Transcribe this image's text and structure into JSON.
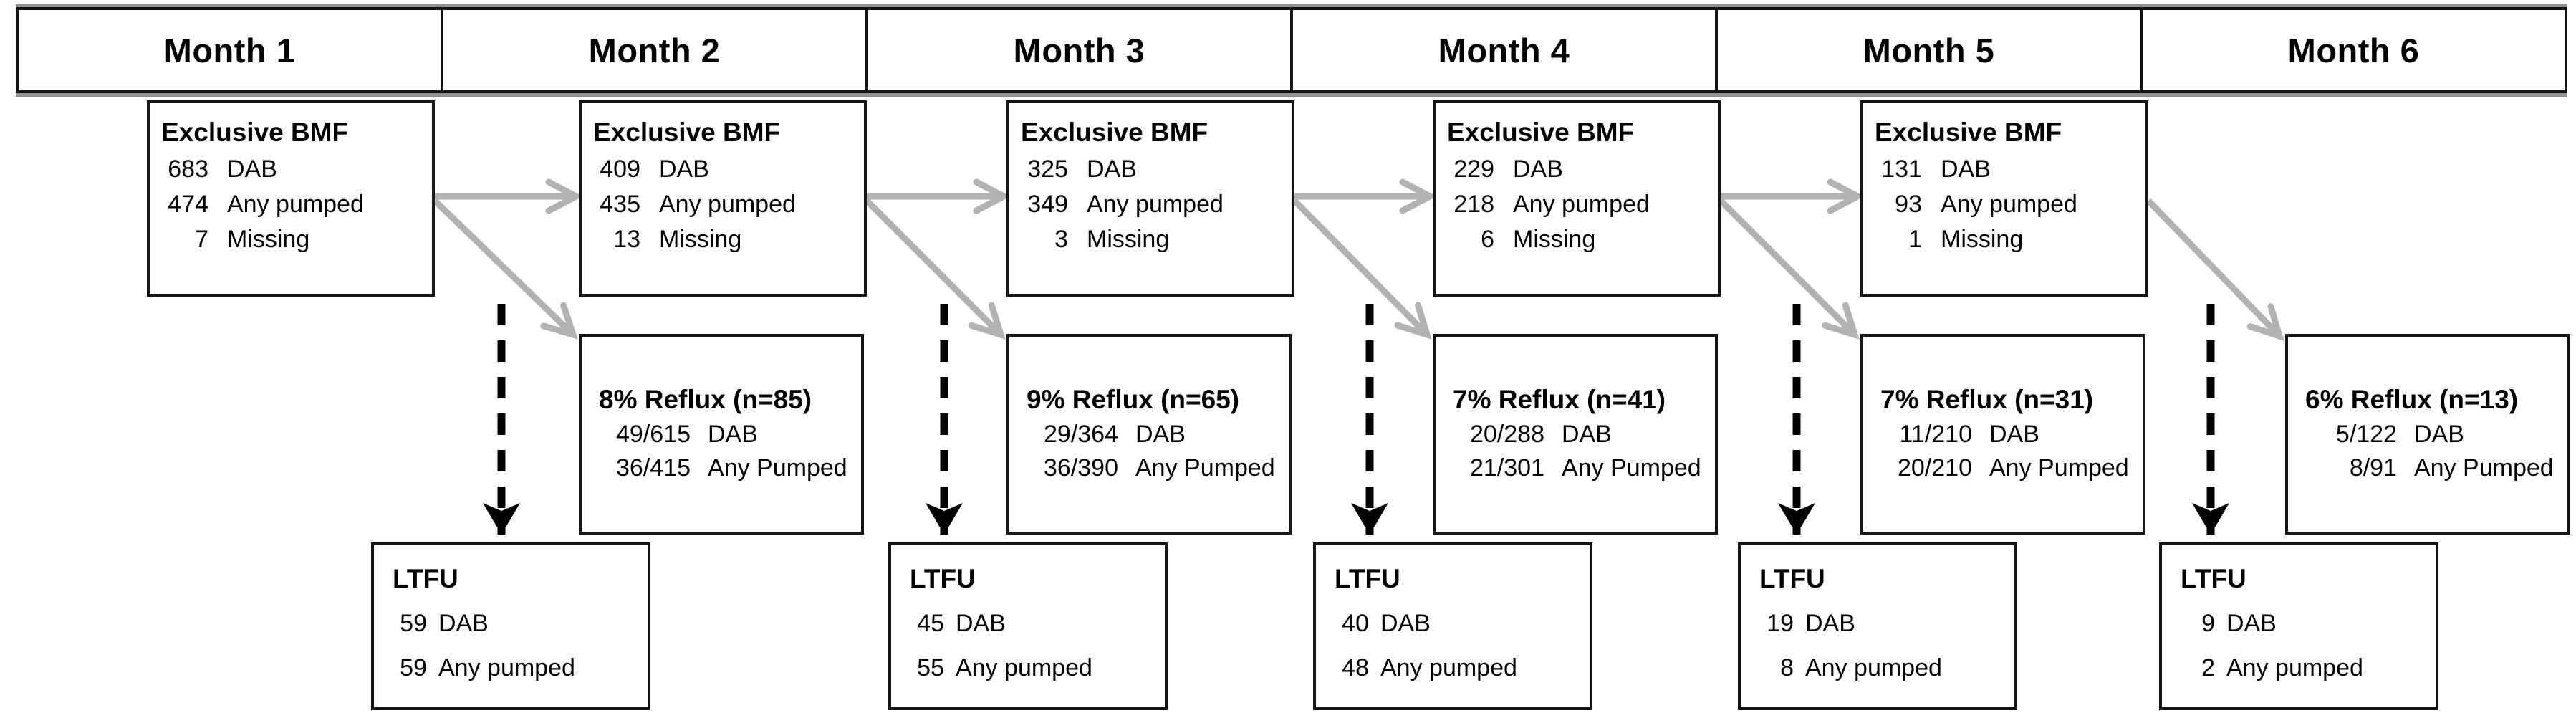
{
  "months": [
    "Month 1",
    "Month 2",
    "Month 3",
    "Month 4",
    "Month 5",
    "Month 6"
  ],
  "bmf_boxes": [
    {
      "title": "Exclusive BMF",
      "rows": [
        {
          "value": "683",
          "label": "DAB"
        },
        {
          "value": "474",
          "label": "Any pumped"
        },
        {
          "value": "7",
          "label": "Missing"
        }
      ]
    },
    {
      "title": "Exclusive BMF",
      "rows": [
        {
          "value": "409",
          "label": "DAB"
        },
        {
          "value": "435",
          "label": "Any pumped"
        },
        {
          "value": "13",
          "label": "Missing"
        }
      ]
    },
    {
      "title": "Exclusive BMF",
      "rows": [
        {
          "value": "325",
          "label": "DAB"
        },
        {
          "value": "349",
          "label": "Any pumped"
        },
        {
          "value": "3",
          "label": "Missing"
        }
      ]
    },
    {
      "title": "Exclusive BMF",
      "rows": [
        {
          "value": "229",
          "label": "DAB"
        },
        {
          "value": "218",
          "label": "Any pumped"
        },
        {
          "value": "6",
          "label": "Missing"
        }
      ]
    },
    {
      "title": "Exclusive BMF",
      "rows": [
        {
          "value": "131",
          "label": "DAB"
        },
        {
          "value": "93",
          "label": "Any pumped"
        },
        {
          "value": "1",
          "label": "Missing"
        }
      ]
    }
  ],
  "reflux_boxes": [
    {
      "title": "8% Reflux (n=85)",
      "rows": [
        {
          "value": "49/615",
          "label": "DAB"
        },
        {
          "value": "36/415",
          "label": "Any Pumped"
        }
      ]
    },
    {
      "title": "9% Reflux (n=65)",
      "rows": [
        {
          "value": "29/364",
          "label": "DAB"
        },
        {
          "value": "36/390",
          "label": "Any Pumped"
        }
      ]
    },
    {
      "title": "7% Reflux (n=41)",
      "rows": [
        {
          "value": "20/288",
          "label": "DAB"
        },
        {
          "value": "21/301",
          "label": "Any Pumped"
        }
      ]
    },
    {
      "title": "7% Reflux (n=31)",
      "rows": [
        {
          "value": "11/210",
          "label": "DAB"
        },
        {
          "value": "20/210",
          "label": "Any Pumped"
        }
      ]
    },
    {
      "title": "6% Reflux (n=13)",
      "rows": [
        {
          "value": "5/122",
          "label": "DAB"
        },
        {
          "value": "8/91",
          "label": "Any Pumped"
        }
      ]
    }
  ],
  "ltfu_boxes": [
    {
      "title": "LTFU",
      "rows": [
        {
          "value": "59",
          "label": "DAB"
        },
        {
          "value": "59",
          "label": "Any pumped"
        }
      ]
    },
    {
      "title": "LTFU",
      "rows": [
        {
          "value": "45",
          "label": "DAB"
        },
        {
          "value": "55",
          "label": "Any pumped"
        }
      ]
    },
    {
      "title": "LTFU",
      "rows": [
        {
          "value": "40",
          "label": "DAB"
        },
        {
          "value": "48",
          "label": "Any pumped"
        }
      ]
    },
    {
      "title": "LTFU",
      "rows": [
        {
          "value": "19",
          "label": "DAB"
        },
        {
          "value": "8",
          "label": "Any pumped"
        }
      ]
    },
    {
      "title": "LTFU",
      "rows": [
        {
          "value": "9",
          "label": "DAB"
        },
        {
          "value": "2",
          "label": "Any pumped"
        }
      ]
    }
  ],
  "colors": {
    "arrow_gray": "#b2b2b2",
    "arrow_black": "#000000",
    "border_black": "#161616"
  }
}
